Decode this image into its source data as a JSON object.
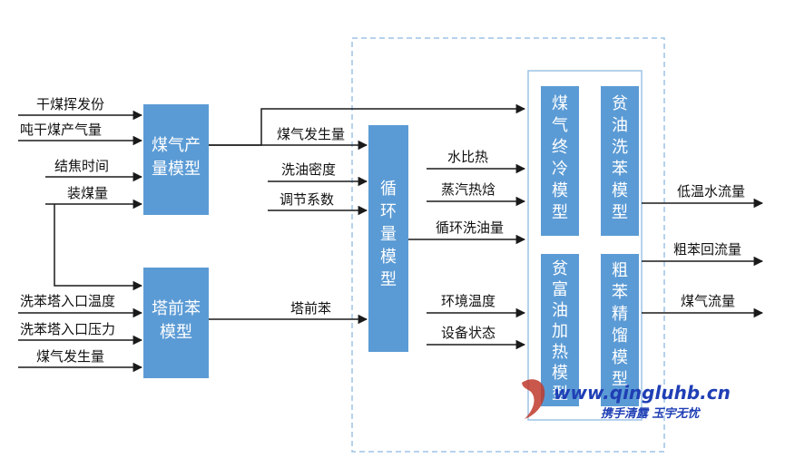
{
  "colors": {
    "box": "#5b9bd5",
    "line": "#1a1a1a",
    "dashed": "#9dc3e6",
    "watermark": "#1f3fb5",
    "watermark_red": "#c0392b"
  },
  "models": {
    "coal_gas_production": [
      "煤气产",
      "量模型"
    ],
    "pre_tower_benzene": [
      "塔前苯",
      "模型"
    ],
    "circulation": [
      "循",
      "环",
      "量",
      "模",
      "型"
    ],
    "gas_final_cooling": [
      "煤",
      "气",
      "终",
      "冷",
      "模",
      "型"
    ],
    "lean_oil_washing": [
      "贫",
      "油",
      "洗",
      "苯",
      "模",
      "型"
    ],
    "rich_oil_heating": [
      "贫",
      "富",
      "油",
      "加",
      "热",
      "模",
      "型"
    ],
    "crude_benzene_distill": [
      "粗",
      "苯",
      "精",
      "馏",
      "模",
      "型"
    ]
  },
  "inputs_gas_model": [
    "干煤挥发份",
    "吨干煤产气量",
    "结焦时间",
    "装煤量"
  ],
  "inputs_benzene_model": [
    "洗苯塔入口温度",
    "洗苯塔入口压力",
    "煤气发生量"
  ],
  "gas_output_label": "煤气发生量",
  "circ_inputs": [
    "洗油密度",
    "调节系数"
  ],
  "benzene_output_label": "塔前苯",
  "right_inputs": [
    "水比热",
    "蒸汽热焓",
    "循环洗油量",
    "环境温度",
    "设备状态"
  ],
  "outputs": [
    "低温水流量",
    "粗苯回流量",
    "煤气流量"
  ],
  "watermark": {
    "url": "www.qingluhb.cn",
    "slogan": "携手清露 玉宇无忧"
  }
}
